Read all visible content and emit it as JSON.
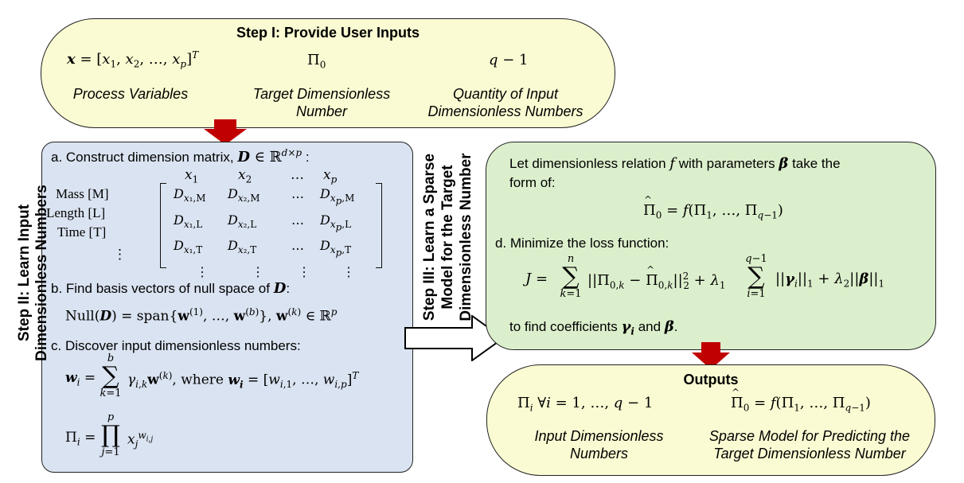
{
  "step1": {
    "title": "Step I: Provide User Inputs",
    "items": [
      {
        "label": "Process Variables",
        "math": "x = [x1, x2, …, xp]^T"
      },
      {
        "label": "Target Dimensionless Number",
        "math": "Π0"
      },
      {
        "label": "Quantity of Input Dimensionless Numbers",
        "math": "q − 1"
      }
    ]
  },
  "step2": {
    "title_line1": "Step II: Learn Input",
    "title_line2": "Dimensionless Numbers",
    "a_text": "a. Construct dimension matrix,",
    "a_math": "D ∈ ℝ",
    "a_sup": "d×p",
    "columns": [
      "x",
      "x",
      "…",
      "x"
    ],
    "column_subs": [
      "1",
      "2",
      "",
      "p"
    ],
    "rows": [
      "Mass [M]",
      "Length [L]",
      "Time [T]",
      "⋮"
    ],
    "row_units": [
      "M",
      "L",
      "T"
    ],
    "b_text": "b. Find basis vectors of null space of",
    "b_math": "Null(D) = span{w(1), …, w(b)}, w(k) ∈ ℝp",
    "c_text": "c. Discover input dimensionless numbers:",
    "c_math1": "wi = Σ γi,k w(k), where wi = [wi,1, …, wi,p]^T",
    "c_math2": "Πi = Π xj^(wi,j)",
    "where_word": "where"
  },
  "step3": {
    "title_line1": "Step III: Learn a Sparse",
    "title_line2": "Model for the Target",
    "title_line3": "Dimensionless Number",
    "intro_prefix": "Let dimensionless relation",
    "intro_mid": "with parameters",
    "intro_suffix": "take the",
    "intro_line2": "form of:",
    "form_math": "Π̂0 = f(Π1, …, Πq−1)",
    "d_text": "d. Minimize the loss function:",
    "loss_math": "J = Σ ||Π0,k − Π̂0,k||²₂ + λ1 Σ ||γi||1 + λ2||β||1",
    "coef_prefix": "to find coefficients",
    "coef_and": "and"
  },
  "outputs": {
    "title": "Outputs",
    "items": [
      {
        "label": "Input Dimensionless Numbers",
        "math": "Πi ∀i = 1, …, q − 1"
      },
      {
        "label": "Sparse Model for Predicting the Target Dimensionless Number",
        "math": "Π̂0 = f(Π1, …, Πq−1)"
      }
    ]
  },
  "colors": {
    "yellow": "#fbfbd3",
    "blue": "#dae3f1",
    "green": "#dcefcc",
    "arrow_red": "#c00000"
  }
}
